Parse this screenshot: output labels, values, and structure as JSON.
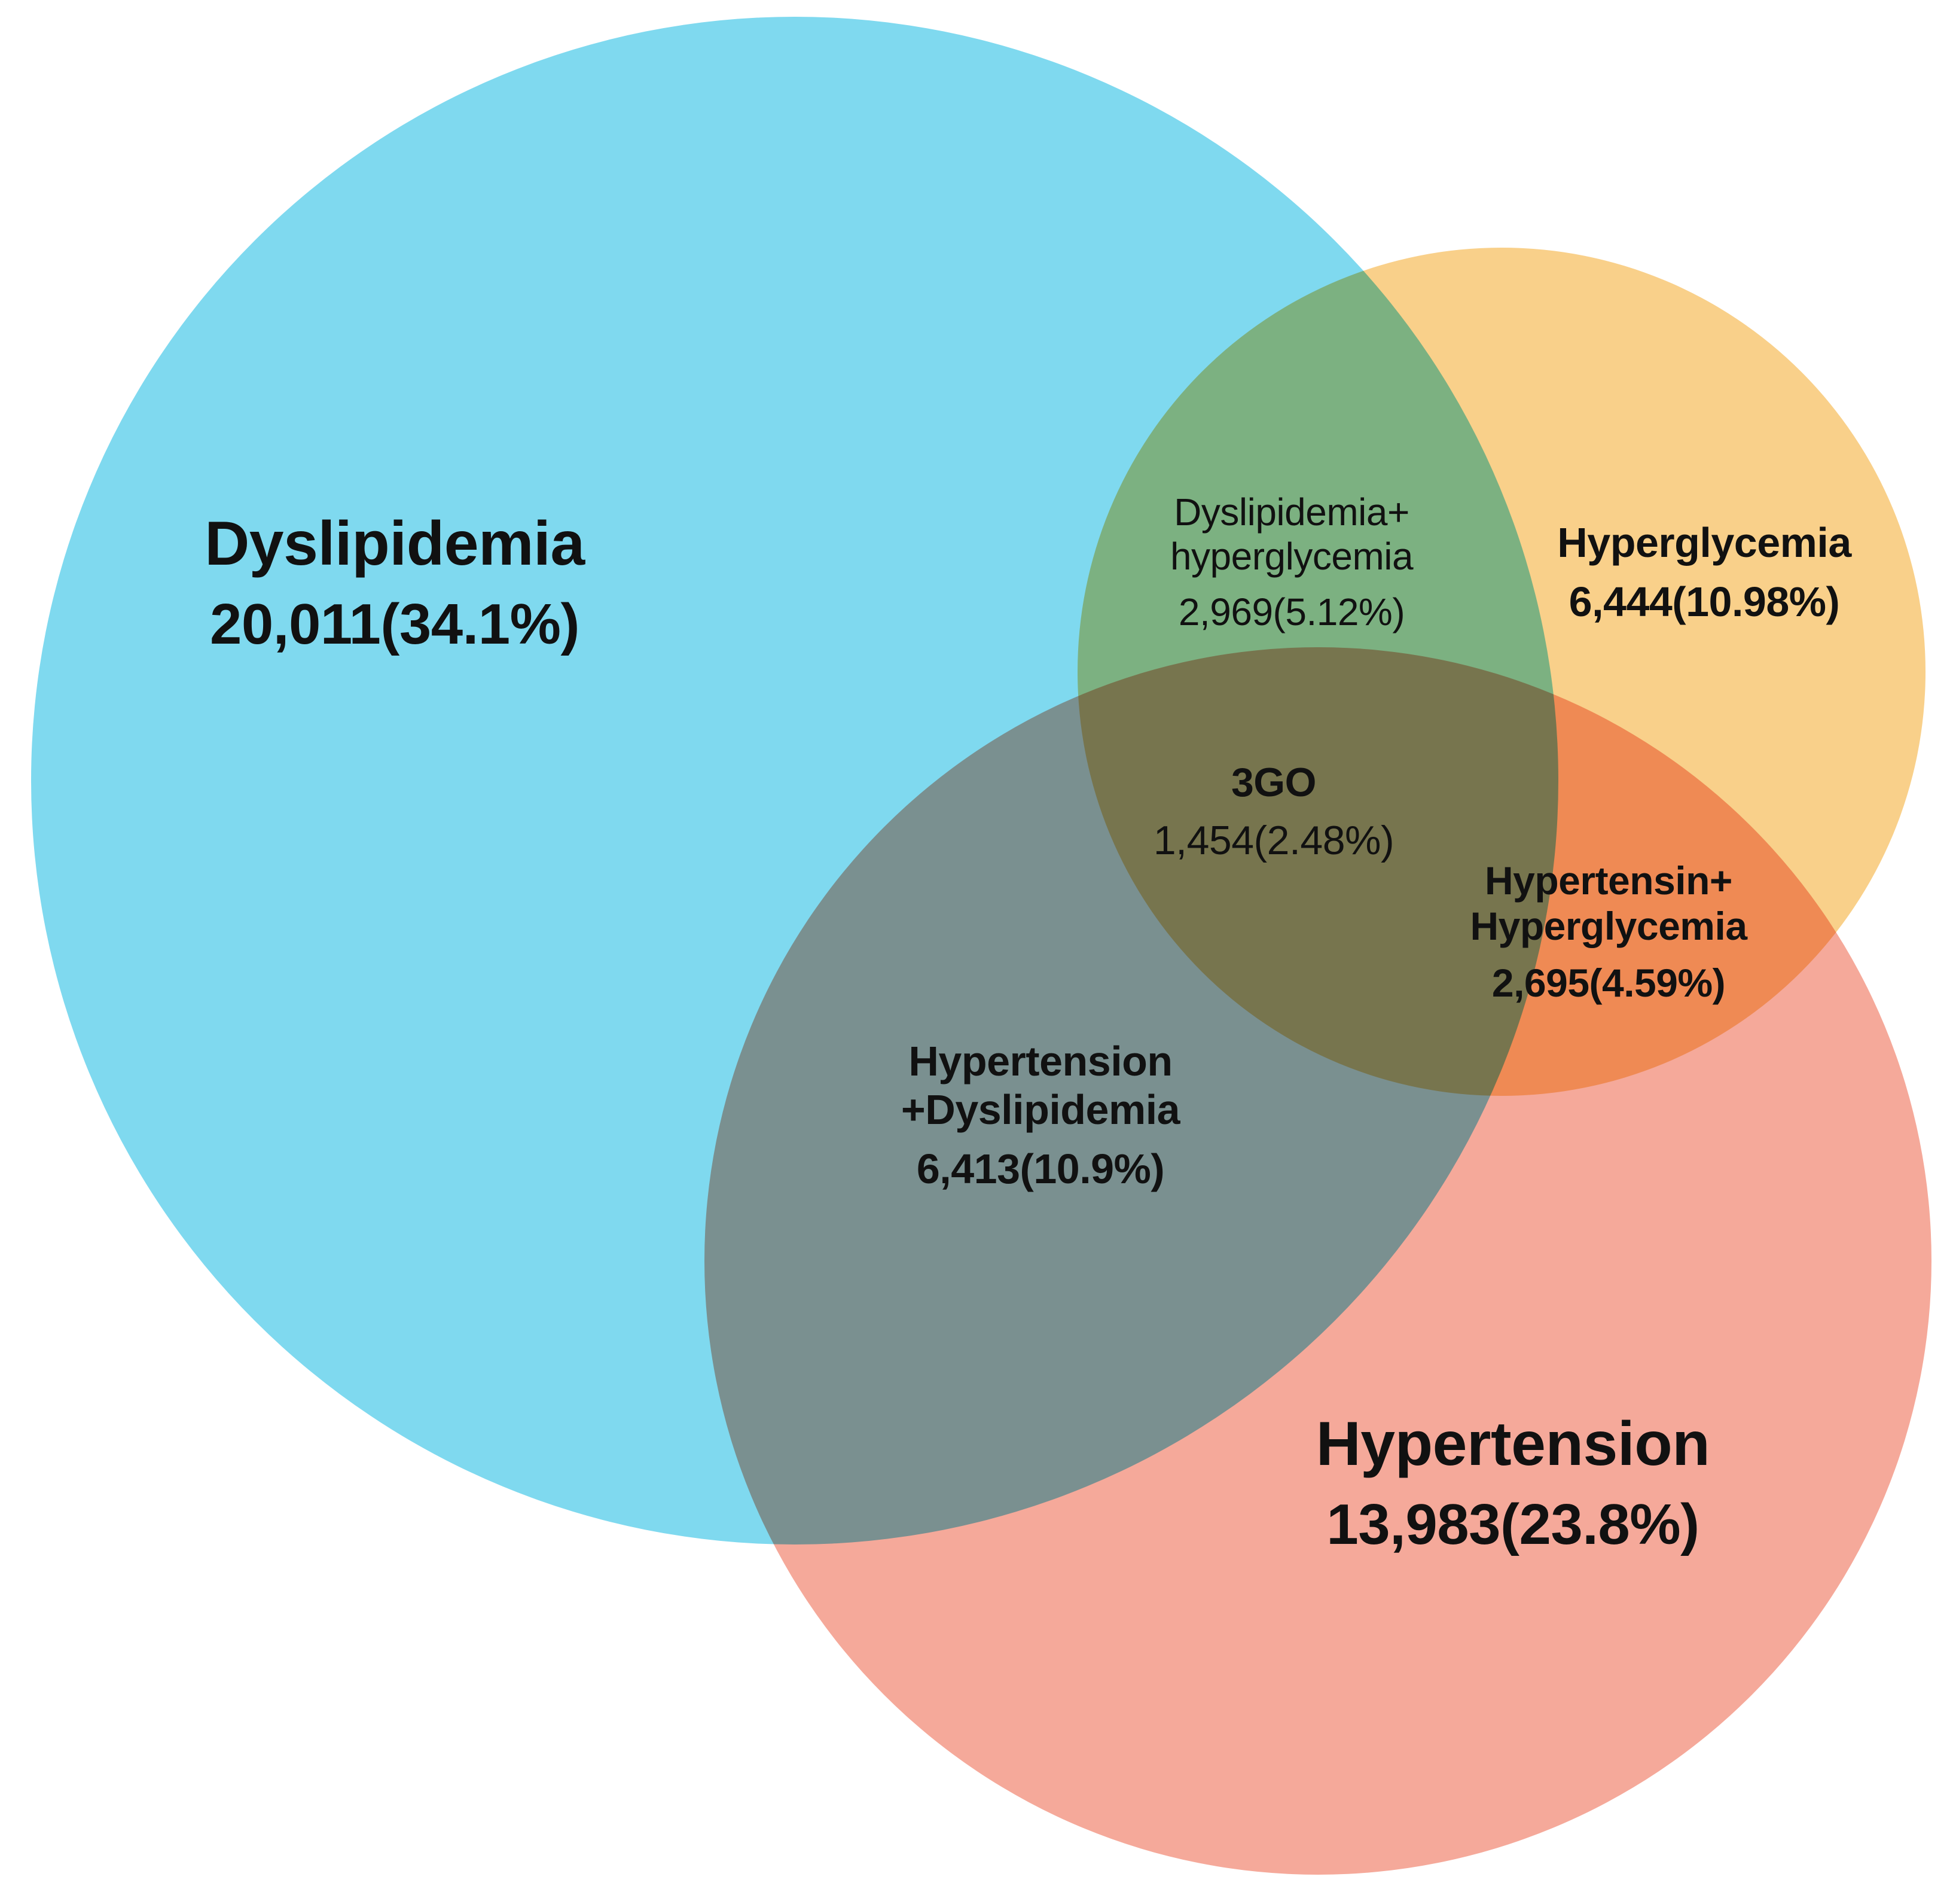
{
  "chart_data": {
    "type": "venn",
    "title": "",
    "sets": [
      {
        "id": "dyslipidemia",
        "label": "Dyslipidemia",
        "value": "20,011(34.1%)",
        "count": 20011,
        "percent": 34.1,
        "color": "#7fd9ef"
      },
      {
        "id": "hyperglycemia",
        "label": "Hyperglycemia",
        "value": "6,444(10.98%)",
        "count": 6444,
        "percent": 10.98,
        "color": "#f9d08a"
      },
      {
        "id": "hypertension",
        "label": "Hypertension",
        "value": "13,983(23.8%)",
        "count": 13983,
        "percent": 23.8,
        "color": "#f5a99a"
      }
    ],
    "intersections": [
      {
        "id": "dyslipidemia-hyperglycemia",
        "label": "Dyslipidemia+\nhyperglycemia",
        "value": "2,969(5.12%)",
        "count": 2969,
        "percent": 5.12
      },
      {
        "id": "hypertension-dyslipidemia",
        "label": "Hypertension\n+Dyslipidemia",
        "value": "6,413(10.9%)",
        "count": 6413,
        "percent": 10.9
      },
      {
        "id": "hypertensin-hyperglycemia",
        "label": "Hypertensin+\nHyperglycemia",
        "value": "2,695(4.59%)",
        "count": 2695,
        "percent": 4.59
      },
      {
        "id": "three-way",
        "label": "3GO",
        "value": "1,454(2.48%)",
        "count": 1454,
        "percent": 2.48
      }
    ]
  },
  "labels": {
    "dyslipidemia": {
      "title": "Dyslipidemia",
      "value": "20,011(34.1%)"
    },
    "hyperglycemia": {
      "title": "Hyperglycemia",
      "value": "6,444(10.98%)"
    },
    "hypertension": {
      "title": "Hypertension",
      "value": "13,983(23.8%)"
    },
    "dyslipidemia_hyperglycemia": {
      "title": "Dyslipidemia+\nhyperglycemia",
      "value": "2,969(5.12%)"
    },
    "three_way": {
      "title": "3GO",
      "value": "1,454(2.48%)"
    },
    "hypertensin_hyperglycemia": {
      "title": "Hypertensin+\nHyperglycemia",
      "value": "2,695(4.59%)"
    },
    "hypertension_dyslipidemia": {
      "title": "Hypertension\n+Dyslipidemia",
      "value": "6,413(10.9%)"
    }
  }
}
